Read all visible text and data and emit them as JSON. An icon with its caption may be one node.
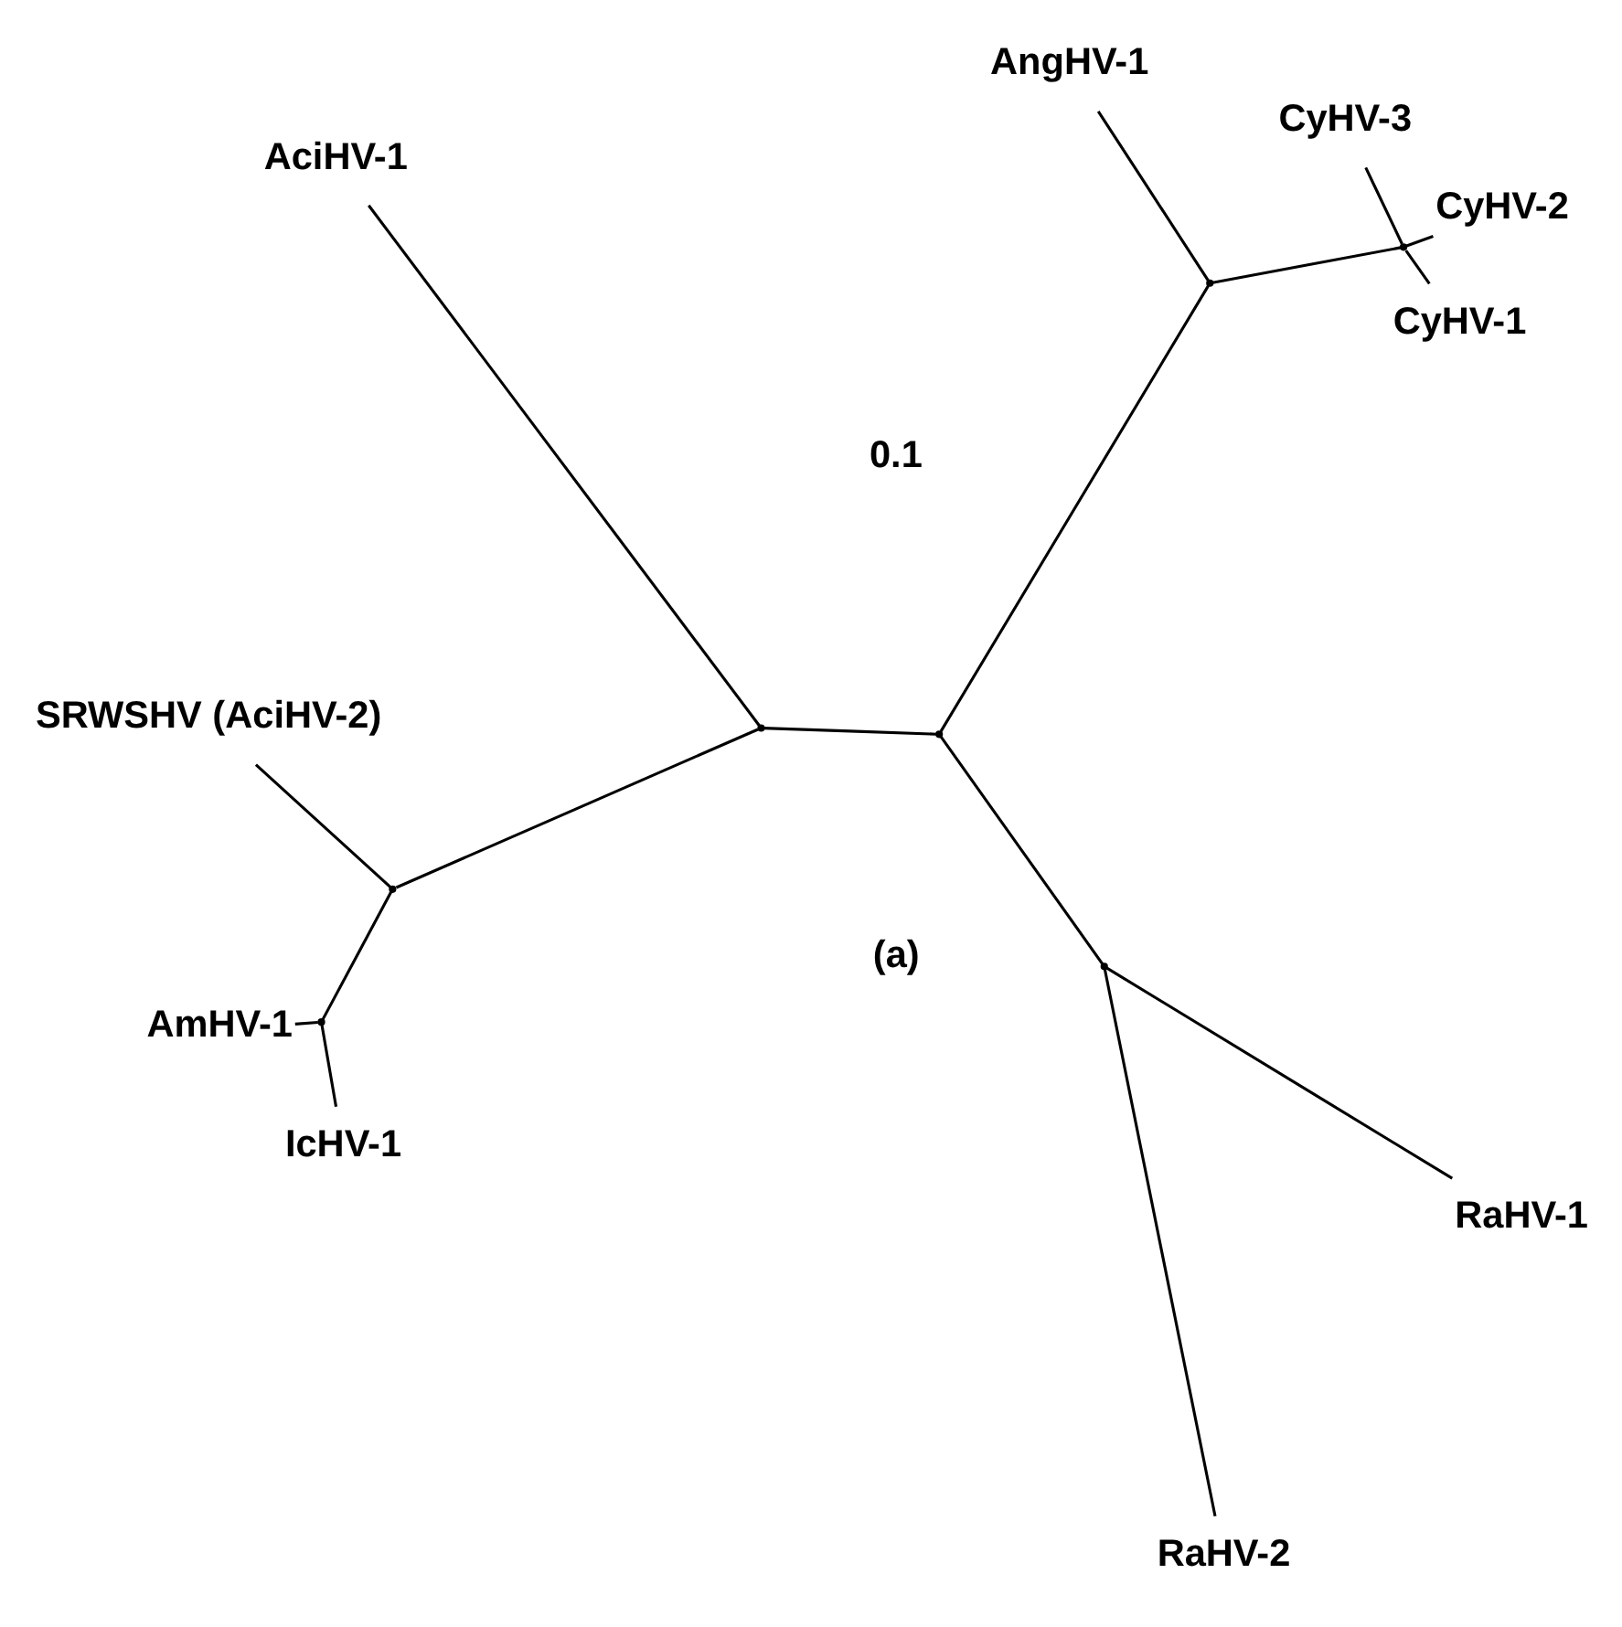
{
  "diagram": {
    "nodes": [
      {
        "text": [
          "AmHV-1"
        ]
      },
      {
        "text": [
          "IcHV-1"
        ]
      },
      {
        "text": [],
        "shape": "point"
      },
      {
        "text": [
          "AciHV-1"
        ]
      },
      {
        "text": [
          "SRWSHV (AciHV-2)"
        ]
      },
      {
        "text": [],
        "shape": "point"
      },
      {
        "text": [],
        "shape": "point"
      },
      {
        "text": [],
        "shape": "point"
      },
      {
        "text": [
          "AngHV-1"
        ]
      },
      {
        "text": [],
        "shape": "point"
      },
      {
        "text": [
          "RaHV-2"
        ]
      },
      {
        "text": [],
        "shape": "point"
      },
      {
        "text": [],
        "shape": "point"
      },
      {
        "text": [
          "CyHV-2"
        ]
      },
      {
        "text": [
          "CyHV-3"
        ]
      },
      {
        "text": [
          "CyHV-1"
        ]
      },
      {
        "text": [
          "RaHV-1"
        ]
      }
    ],
    "edges": [
      {
        "from": 2,
        "to": 0,
        "arrow": "none"
      },
      {
        "from": 2,
        "to": 1,
        "arrow": "none"
      },
      {
        "from": 5,
        "to": 2,
        "arrow": "none"
      },
      {
        "from": 5,
        "to": 4,
        "arrow": "none"
      },
      {
        "from": 6,
        "to": 5,
        "arrow": "none"
      },
      {
        "from": 6,
        "to": 3,
        "arrow": "none"
      },
      {
        "from": 7,
        "to": 6,
        "arrow": "none"
      },
      {
        "from": 7,
        "to": 9,
        "arrow": "none"
      },
      {
        "from": 9,
        "to": 10,
        "arrow": "none"
      },
      {
        "from": 9,
        "to": 16,
        "arrow": "none"
      },
      {
        "from": 7,
        "to": 11,
        "arrow": "none"
      },
      {
        "from": 11,
        "to": 8,
        "arrow": "none"
      },
      {
        "from": 11,
        "to": 12,
        "arrow": "none"
      },
      {
        "from": 12,
        "to": 13,
        "arrow": "none"
      },
      {
        "from": 12,
        "to": 14,
        "arrow": "none"
      },
      {
        "from": 12,
        "to": 15,
        "arrow": "none"
      }
    ],
    "labels": [
      "(a)",
      "0.1"
    ]
  }
}
